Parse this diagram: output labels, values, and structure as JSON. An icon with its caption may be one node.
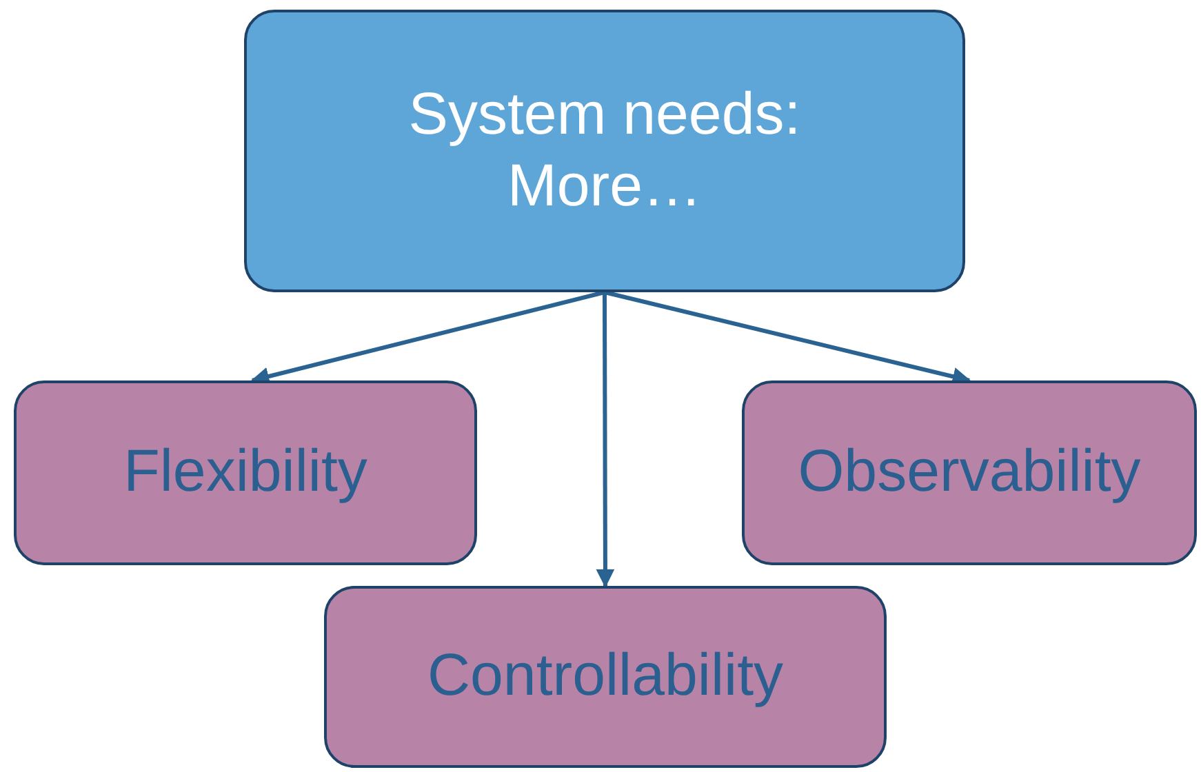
{
  "diagram": {
    "nodes": [
      {
        "text": [
          "System needs: More…"
        ]
      },
      {
        "text": [
          "Flexibility"
        ]
      },
      {
        "text": [
          "Observability"
        ]
      },
      {
        "text": [
          "Controllability"
        ]
      }
    ],
    "edges": [
      {
        "from": 0,
        "to": 1,
        "arrow": "to"
      },
      {
        "from": 0,
        "to": 3,
        "arrow": "to"
      },
      {
        "from": 0,
        "to": 2,
        "arrow": "to"
      }
    ]
  }
}
